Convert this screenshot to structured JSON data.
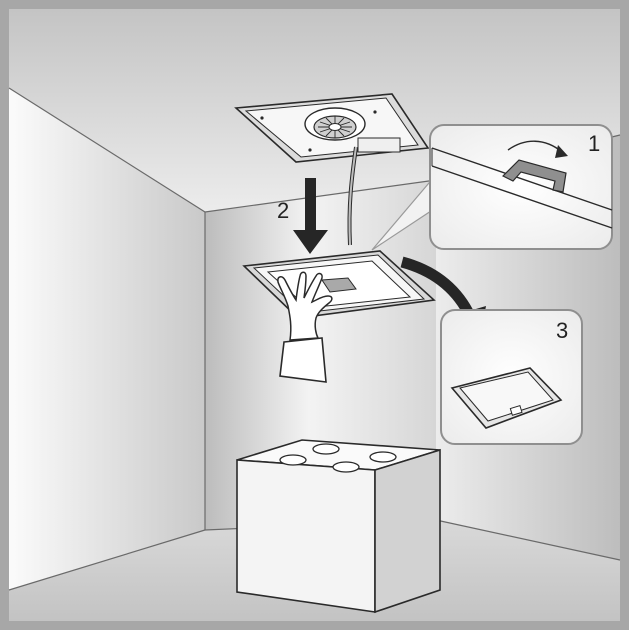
{
  "steps": {
    "one": "1",
    "two": "2",
    "three": "3"
  },
  "colors": {
    "outline": "#2a2a2a",
    "frame": "#a9a9a9",
    "wall_light": "#f2f2f2",
    "wall_dark": "#bdbdbd",
    "arrow": "#262626"
  }
}
